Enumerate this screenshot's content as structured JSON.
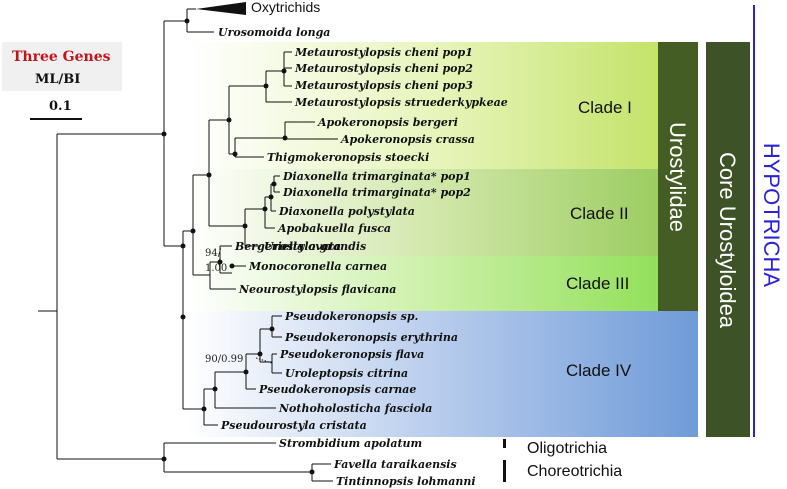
{
  "legend": {
    "title": "Three Genes",
    "method": "ML/BI",
    "scale": "0.1"
  },
  "collapsed_group": "Oxytrichids",
  "taxa": {
    "urosomoida": "Urosomoida longa",
    "mc1": "Metaurostylopsis cheni pop1",
    "mc2": "Metaurostylopsis cheni pop2",
    "mc3": "Metaurostylopsis cheni pop3",
    "ms": "Metaurostylopsis struederkypkeae",
    "ab": "Apokeronopsis bergeri",
    "ac": "Apokeronopsis crassa",
    "ts": "Thigmokeronopsis stoecki",
    "dt1": "Diaxonella trimarginata* pop1",
    "dt2": "Diaxonella trimarginata* pop2",
    "dp": "Diaxonella polystylata",
    "af": "Apobakuella fusca",
    "ug": "Urostyla grandis",
    "bo": "Bergeriella ovata",
    "mca": "Monocoronella carnea",
    "nf": "Neourostylopsis flavicana",
    "psp": "Pseudokeronopsis sp.",
    "pe": "Pseudokeronopsis erythrina",
    "pf": "Pseudokeronopsis flava",
    "uc": "Uroleptopsis citrina",
    "pca": "Pseudokeronopsis carnae",
    "nfa": "Nothoholosticha fasciola",
    "pcr": "Pseudourostyla cristata",
    "sa": "Strombidium apolatum",
    "ft": "Favella taraikaensis",
    "tl": "Tintinnopsis lohmanni"
  },
  "support": {
    "s1a": "94/",
    "s1b": "1.00",
    "s2": "90/0.99"
  },
  "clades": {
    "c1": "Clade I",
    "c2": "Clade II",
    "c3": "Clade III",
    "c4": "Clade IV"
  },
  "groups": {
    "urostylidae": "Urostylidae",
    "core": "Core Urostyloidea",
    "hypotricha": "HYPOTRICHA",
    "oligotrichia": "Oligotrichia",
    "choreotrichia": "Choreotrichia"
  },
  "colors": {
    "clade_band_green": "#c8ea7a",
    "clade_band_blue": "#6f9bd8",
    "urostylidae_box": "#445d24",
    "core_box": "#3d5226",
    "hypotricha_line": "#2a22d6",
    "legend_title": "#c0151b"
  }
}
